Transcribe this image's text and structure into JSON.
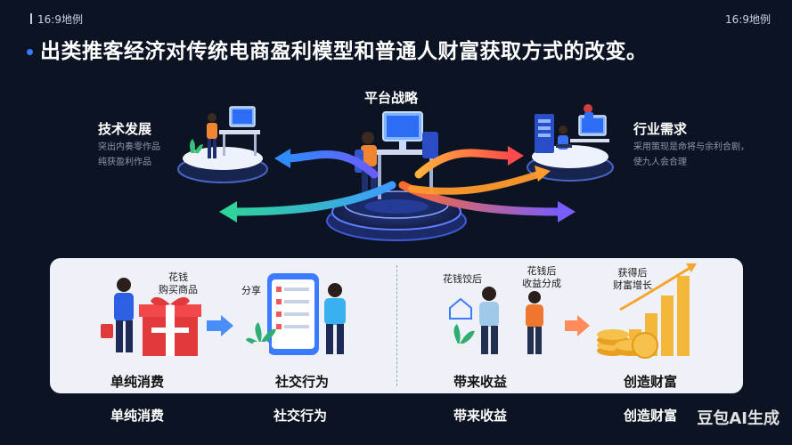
{
  "header": {
    "corner_left": "16:9地例",
    "corner_right": "16:9地例",
    "title": "出类推客经济对传统电商盈利模型和普通人财富获取方式的改变。"
  },
  "scene": {
    "platform_strategy": "平台战略",
    "tech_development": {
      "label": "技术发展",
      "line1": "突出内奏零作品",
      "line2": "纯获盈利作品"
    },
    "industry_demand": {
      "label": "行业需求",
      "line1": "采用策现是命将与余利合剧，",
      "line2": "使九人会合理"
    }
  },
  "panel": {
    "step1": {
      "caption": "花钱\n购买商品",
      "label": "单纯消费"
    },
    "step2": {
      "caption": "分享",
      "label": "社交行为"
    },
    "step3": {
      "caption1": "花钱饺后",
      "caption2": "花钱后\n收益分成",
      "label": "带来收益"
    },
    "step4": {
      "caption": "获得后\n财富增长",
      "label": "创造财富"
    }
  },
  "bottom": {
    "label1": "单纯消费",
    "label2": "社交行为",
    "label3": "带来收益",
    "label4": "创造财富"
  },
  "watermark": "豆包AI生成",
  "colors": {
    "background": "#0c1424",
    "accent_blue": "#3b7bff",
    "arrow_green": "#2fd29a",
    "arrow_orange": "#ff8a3d",
    "arrow_red": "#ff4b4b",
    "gold": "#f5b73a"
  }
}
